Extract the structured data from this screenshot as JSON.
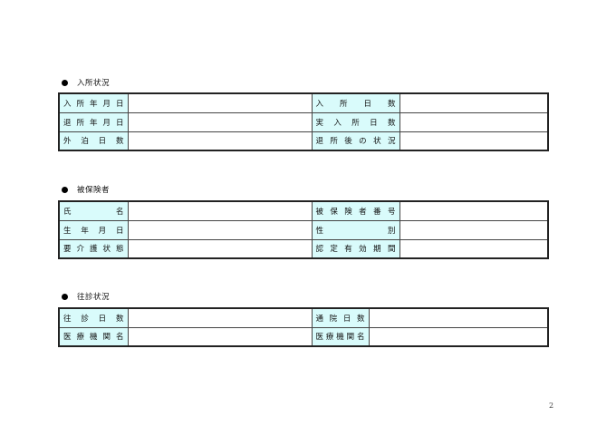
{
  "sections": {
    "admission": {
      "heading": "入所状況",
      "rows": [
        {
          "left_label": "入所年月日",
          "left_value": "",
          "right_label": "入所日数",
          "right_value": ""
        },
        {
          "left_label": "退所年月日",
          "left_value": "",
          "right_label": "実入所日数",
          "right_value": ""
        },
        {
          "left_label": "外泊日数",
          "left_value": "",
          "right_label": "退所後の状況",
          "right_value": ""
        }
      ]
    },
    "insured": {
      "heading": "被保険者",
      "rows": [
        {
          "left_label": "氏名",
          "left_value": "",
          "right_label": "被保険者番号",
          "right_value": ""
        },
        {
          "left_label": "生年月日",
          "left_value": "",
          "right_label": "性別",
          "right_value": ""
        },
        {
          "left_label": "要介護状態",
          "left_value": "",
          "right_label": "認定有効期間",
          "right_value": ""
        }
      ]
    },
    "consultation": {
      "heading": "往診状況",
      "rows": [
        {
          "left_label": "往診日数",
          "left_value": "",
          "right_label": "通院日数",
          "right_value": ""
        },
        {
          "left_label": "医療機関名",
          "left_value": "",
          "right_label": "医療機関名",
          "right_value": ""
        }
      ]
    }
  },
  "page_number": "2"
}
